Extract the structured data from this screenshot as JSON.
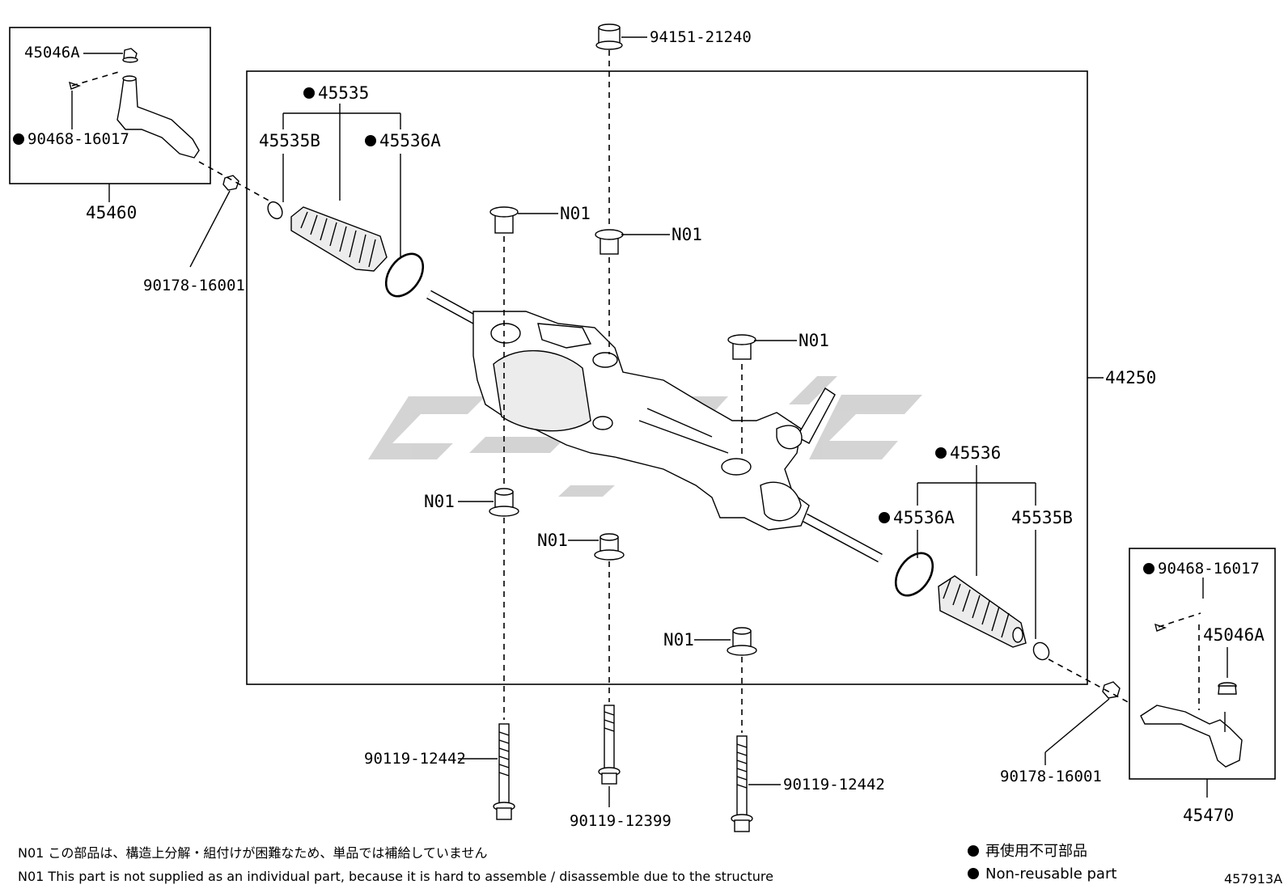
{
  "diagram": {
    "figure_id": "457913A",
    "watermark": "watermark-logo",
    "main_assembly": {
      "code": "44250"
    },
    "boxes": {
      "left_tie_rod_end": {
        "code": "45460",
        "parts": [
          "45046A",
          "90468-16017"
        ]
      },
      "right_tie_rod_end": {
        "code": "45470",
        "parts": [
          "90468-16017",
          "45046A"
        ]
      }
    },
    "labels": {
      "top_nut": "94151-21240",
      "left_nut": "90178-16001",
      "right_nut": "90178-16001",
      "boot_left": "45535",
      "clamp_left": "45535B",
      "ring_left": "45536A",
      "boot_right": "45536",
      "ring_right": "45536A",
      "clamp_right": "45535B",
      "n01": "N01",
      "bolt_left": "90119-12442",
      "bolt_mid": "90119-12399",
      "bolt_right": "90119-12442",
      "box_left_nut": "45046A",
      "box_left_pin": "90468-16017",
      "box_right_pin": "90468-16017",
      "box_right_nut": "45046A"
    },
    "notes": {
      "jp": "N01 この部品は、構造上分解・組付けが困難なため、単品では補給していません",
      "en": "N01 This part is not supplied as an individual part, because it is hard to assemble / disassemble due to the structure"
    },
    "legend": {
      "jp": "再使用不可部品",
      "en": "Non-reusable part"
    }
  }
}
